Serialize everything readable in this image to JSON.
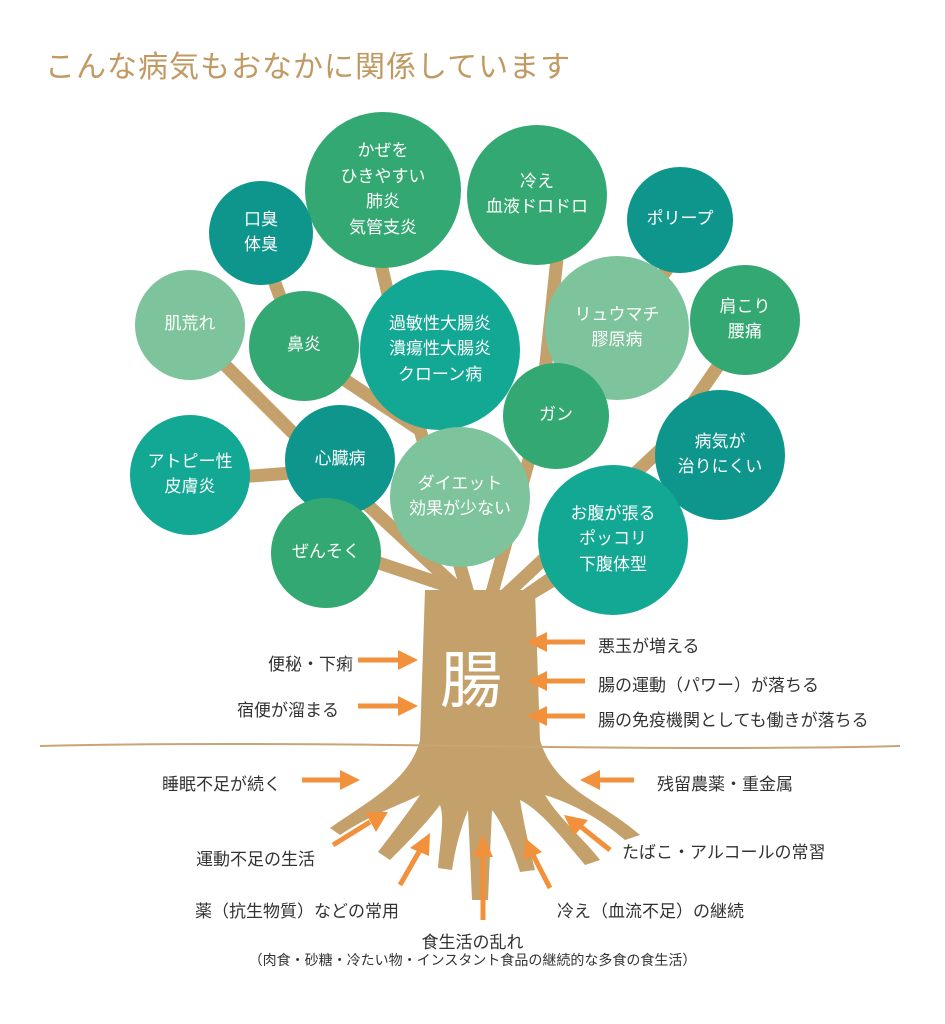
{
  "title": "こんな病気もおなかに関係しています",
  "trunk_label": "腸",
  "colors": {
    "dark_teal": "#0e958c",
    "green": "#34a872",
    "light_green": "#7dc39b",
    "teal": "#12a894",
    "trunk": "#c4a06a",
    "arrow": "#f2913c",
    "title": "#c09a62"
  },
  "leaves": [
    {
      "lines": [
        "かぜを",
        "ひきやすい",
        "肺炎",
        "気管支炎"
      ],
      "color": "green"
    },
    {
      "lines": [
        "口臭",
        "体臭"
      ],
      "color": "dark_teal"
    },
    {
      "lines": [
        "冷え",
        "血液ドロドロ"
      ],
      "color": "green"
    },
    {
      "lines": [
        "ポリープ"
      ],
      "color": "dark_teal"
    },
    {
      "lines": [
        "肌荒れ"
      ],
      "color": "light_green"
    },
    {
      "lines": [
        "鼻炎"
      ],
      "color": "green"
    },
    {
      "lines": [
        "過敏性大腸炎",
        "潰瘍性大腸炎",
        "クローン病"
      ],
      "color": "teal"
    },
    {
      "lines": [
        "リュウマチ",
        "膠原病"
      ],
      "color": "light_green"
    },
    {
      "lines": [
        "肩こり",
        "腰痛"
      ],
      "color": "green"
    },
    {
      "lines": [
        "ガン"
      ],
      "color": "green"
    },
    {
      "lines": [
        "アトピー性",
        "皮膚炎"
      ],
      "color": "teal"
    },
    {
      "lines": [
        "心臓病"
      ],
      "color": "dark_teal"
    },
    {
      "lines": [
        "ダイエット",
        "効果が少ない"
      ],
      "color": "light_green"
    },
    {
      "lines": [
        "病気が",
        "治りにくい"
      ],
      "color": "dark_teal"
    },
    {
      "lines": [
        "お腹が張る",
        "ポッコリ",
        "下腹体型"
      ],
      "color": "teal"
    },
    {
      "lines": [
        "ぜんそく"
      ],
      "color": "green"
    }
  ],
  "symptoms_left": [
    "便秘・下痢",
    "宿便が溜まる"
  ],
  "symptoms_right": [
    "悪玉が増える",
    "腸の運動（パワー）が落ちる",
    "腸の免疫機関としても働きが落ちる"
  ],
  "causes": {
    "sleep": "睡眠不足が続く",
    "chemicals": "残留農薬・重金属",
    "exercise": "運動不足の生活",
    "smoking": "たばこ・アルコールの常習",
    "medicine": "薬（抗生物質）などの常用",
    "cold": "冷え（血流不足）の継続",
    "diet": "食生活の乱れ",
    "diet_detail": "（肉食・砂糖・冷たい物・インスタント食品の継続的な多食の食生活）"
  }
}
